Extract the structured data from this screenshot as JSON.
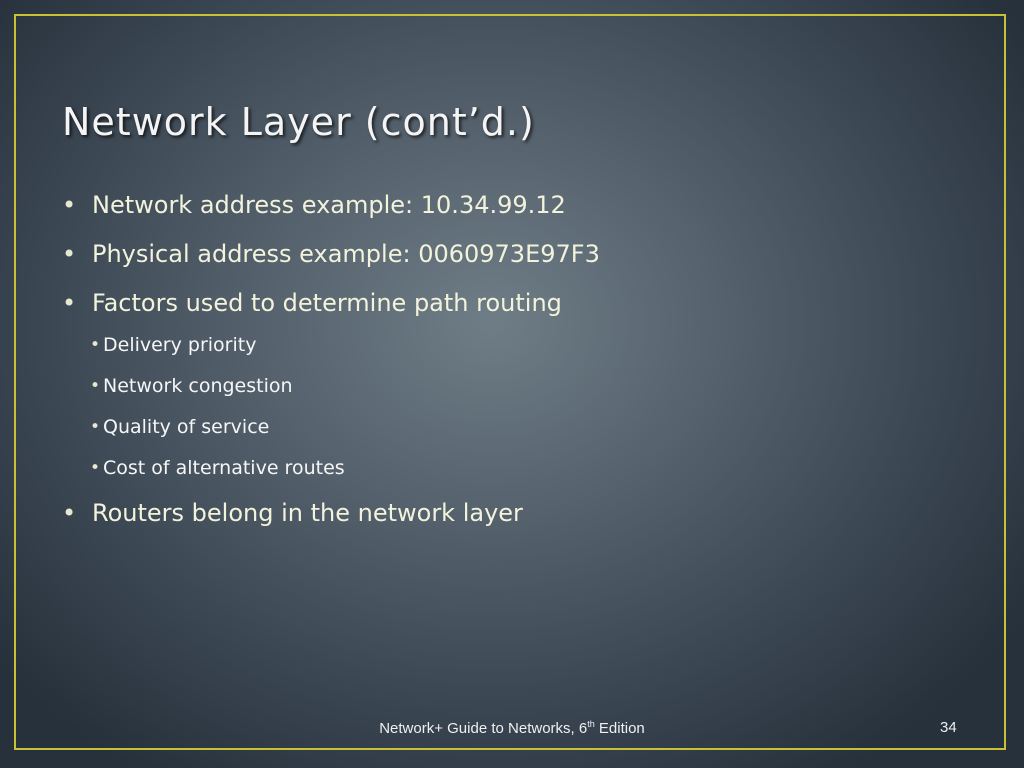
{
  "slide": {
    "title": "Network Layer (cont’d.)",
    "bullet_char": "•",
    "bullets": [
      {
        "text": "Network address example: 10.34.99.12"
      },
      {
        "text": "Physical address example: 0060973E97F3"
      },
      {
        "text": "Factors used to determine path routing",
        "sub_bullets": [
          "Delivery priority",
          "Network congestion",
          "Quality of service",
          "Cost of alternative routes"
        ]
      },
      {
        "text": "Routers belong in the network layer"
      }
    ]
  },
  "footer": {
    "text_before": "Network+ Guide to Networks, 6",
    "superscript": "th",
    "text_after": " Edition",
    "page_number": "34"
  },
  "colors": {
    "frame_border": "#c8c035",
    "bullet_text": "#f3f3dc",
    "title_text": "#f4f4f4"
  }
}
